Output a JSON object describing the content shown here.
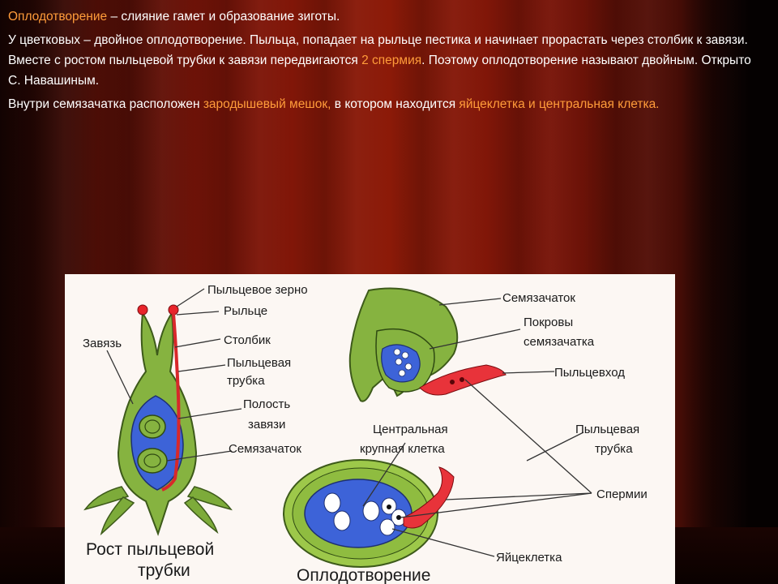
{
  "slide": {
    "p1": {
      "term": "Оплодотворение",
      "rest": " – слияние гамет и образование зиготы."
    },
    "p2": {
      "a": "У цветковых – двойное оплодотворение. Пыльца, попадает на рыльце пестика и начинает прорастать через столбик к завязи. Вместе с ростом пыльцевой трубки к завязи передвигаются ",
      "hl": "2 спермия",
      "b": ". Поэтому оплодотворение называют двойным. Открыто С. Навашиным."
    },
    "p3": {
      "a": "Внутри семязачатка расположен ",
      "hl1": "зародышевый мешок,",
      "b": " в котором находится ",
      "hl2": "яйцеклетка и центральная клетка."
    }
  },
  "figure": {
    "labels": {
      "pollen_grain": "Пыльцевое зерно",
      "stigma": "Рыльце",
      "style": "Столбик",
      "pollen_tube_1": "Пыльцевая",
      "pollen_tube_2": "трубка",
      "ovary": "Завязь",
      "cavity_1": "Полость",
      "cavity_2": "завязи",
      "ovule_left": "Семязачаток",
      "ovule_top": "Семязачаток",
      "integuments_1": "Покровы",
      "integuments_2": "семязачатка",
      "micropyle": "Пыльцевход",
      "central_1": "Центральная",
      "central_2": "крупная клетка",
      "tube_r1": "Пыльцевая",
      "tube_r2": "трубка",
      "sperm": "Спермии",
      "egg": "Яйцеклетка",
      "caption_left_1": "Рост пыльцевой",
      "caption_left_2": "трубки",
      "caption_bottom": "Оплодотворение"
    }
  }
}
